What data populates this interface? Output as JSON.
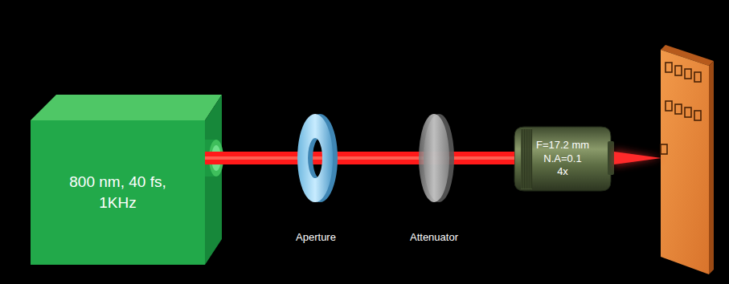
{
  "diagram": {
    "nodes": [
      {
        "text": [
          "800 nm, 40 fs, 1KHz"
        ]
      },
      {
        "text": [
          "F=17.2 mm",
          "N.A=0.1",
          "4x"
        ]
      }
    ],
    "edges": [
      {
        "from": 0,
        "to": 1,
        "arrow": "none"
      }
    ],
    "labels": [
      "Aperture",
      "Attenuator"
    ]
  }
}
